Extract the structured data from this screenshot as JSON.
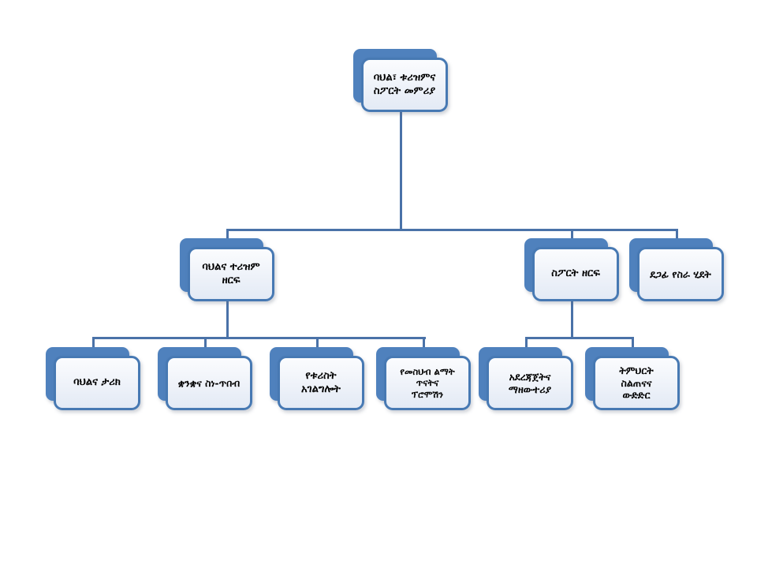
{
  "diagram": {
    "type": "org-chart",
    "language": "Amharic",
    "colors": {
      "background": "#ffffff",
      "accent_box": "#4f81bd",
      "box_border": "#4779b3",
      "box_fill_top": "#fbfcfe",
      "box_fill_bottom": "#e3eaf5",
      "connector": "#4a72a8",
      "text": "#000000"
    }
  },
  "nodes": {
    "root": {
      "label": "ባህል፣ ቱሪዝምና\nስፖርት መምሪያ"
    },
    "culture_tourism_sector": {
      "label": "ባህልና ተሪዝም\nዘርፍ"
    },
    "sport_sector": {
      "label": "ስፖርት ዘርፍ"
    },
    "support_work_process": {
      "label": "ደጋፊ የስራ ሂደት"
    },
    "culture_history": {
      "label": "ባህልና ታሪክ"
    },
    "language_fine_arts": {
      "label": "ቋንቋና ስነ-ጥበብ"
    },
    "tourist_services": {
      "label": "የቱሪስት\nአገልግሎት"
    },
    "attraction_dev_promotion": {
      "label": "የመስህብ ልማት\nጥናትና\nፕሮሞሽን"
    },
    "organization_recreation": {
      "label": "አደረጃጀትና\nማዘውተሪያ"
    },
    "education_training_competition": {
      "label": "ትምህርት\nስልጠናና\nውድድር"
    }
  },
  "hierarchy": [
    {
      "parent": "root",
      "children": [
        "culture_tourism_sector",
        "sport_sector",
        "support_work_process"
      ]
    },
    {
      "parent": "culture_tourism_sector",
      "children": [
        "culture_history",
        "language_fine_arts",
        "tourist_services",
        "attraction_dev_promotion"
      ]
    },
    {
      "parent": "sport_sector",
      "children": [
        "organization_recreation",
        "education_training_competition"
      ]
    }
  ]
}
